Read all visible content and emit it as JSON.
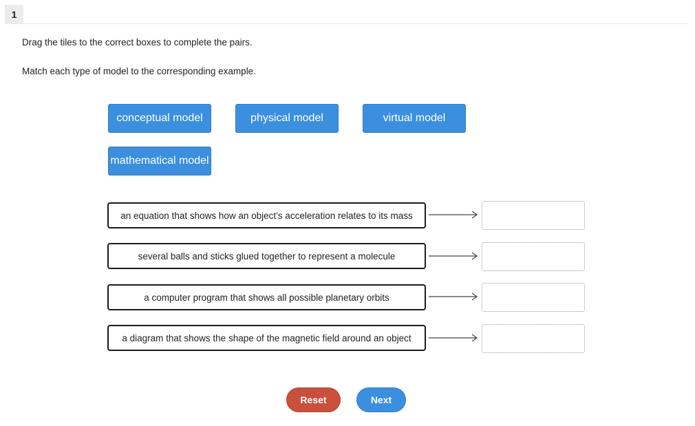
{
  "question": {
    "number": "1"
  },
  "instructions": {
    "line1": "Drag the tiles to the correct boxes to complete the pairs.",
    "line2": "Match each type of model to the corresponding example."
  },
  "tiles": [
    {
      "label": "conceptual model"
    },
    {
      "label": "physical model"
    },
    {
      "label": "virtual model"
    },
    {
      "label": "mathematical model"
    }
  ],
  "pairs": [
    {
      "example": "an equation that shows how an object’s acceleration relates to its mass",
      "answer": ""
    },
    {
      "example": "several balls and sticks glued together to represent a molecule",
      "answer": ""
    },
    {
      "example": "a computer program that shows all possible planetary orbits",
      "answer": ""
    },
    {
      "example": "a diagram that shows the shape of the magnetic field around an object",
      "answer": ""
    }
  ],
  "buttons": {
    "reset": "Reset",
    "next": "Next"
  },
  "colors": {
    "tile": "#3b8fde",
    "reset": "#c9503c",
    "next": "#3b8fde"
  }
}
